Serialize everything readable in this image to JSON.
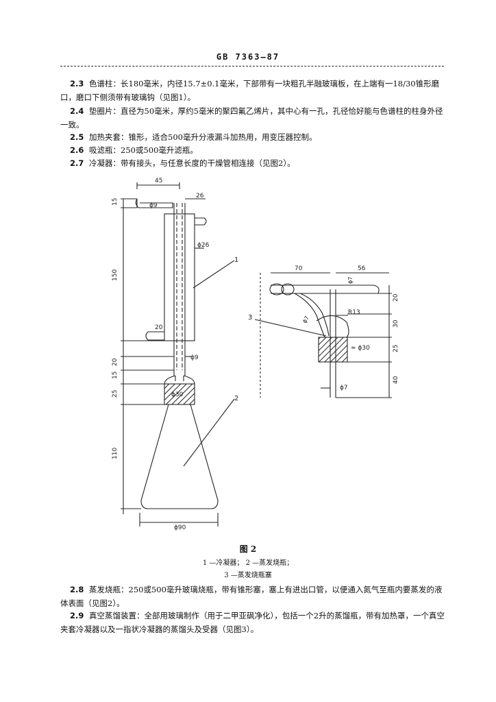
{
  "header": "GB 7363—87",
  "paragraphs": [
    {
      "num": "2.3",
      "text": "色谱柱：长180毫米，内径15.7±0.1毫米，下部带有一块粗孔半融玻璃板，在上端有一18/30锥形磨口，磨口下侧须带有玻璃钩（见图1）。"
    },
    {
      "num": "2.4",
      "text": "垫圈片：直径为50毫米，厚约5毫米的聚四氟乙烯片，其中心有一孔，孔径恰好能与色谱柱的柱身外径一致。"
    },
    {
      "num": "2.5",
      "text": "加热夹套：锥形，适合500毫升分液漏斗加热用，用变压器控制。"
    },
    {
      "num": "2.6",
      "text": "吸滤瓶：250或500毫升滤瓶。"
    },
    {
      "num": "2.7",
      "text": "冷凝器：带有接头，与任意长度的干燥管相连接（见图2）。"
    }
  ],
  "figure": {
    "title": "图 2",
    "caption_line1": "1 —冷凝器；  2 —蒸发烧瓶；",
    "caption_line2": "3 —蒸发烧瓶塞",
    "left_dims": {
      "top_width": "45",
      "top_height": "15",
      "tube_dia": "ϕ9",
      "side_width": "26",
      "jacket_dia": "ϕ26",
      "body_len": "150",
      "side_tube": "20",
      "neck_dia": "ϕ9",
      "neck_len": "20",
      "n15": "15",
      "stopper_h": "25",
      "stopper_dia": "ϕ30",
      "flask_h": "110",
      "base_dia": "ϕ90",
      "label1": "1",
      "label2": "2"
    },
    "right_dims": {
      "w70": "70",
      "w56": "56",
      "d7top": "ϕ7",
      "radius": "R13",
      "d7side": "ϕ7",
      "h20": "20",
      "h30": "30",
      "h25": "25",
      "h40": "40",
      "stopper_dia": "≈ ϕ30",
      "tube_bottom": "ϕ7",
      "label3": "3"
    }
  },
  "paragraphs2": [
    {
      "num": "2.8",
      "text": "蒸发烧瓶：250或500毫升玻璃烧瓶，带有锥形塞，塞上有进出口管，以便通入氮气至瓶内要蒸发的液体表面（见图2）。"
    },
    {
      "num": "2.9",
      "text": "真空蒸馏装置：全部用玻璃制作（用于二甲亚砜净化），包括一个2升的蒸馏瓶，带有加热罩，一个真空夹套冷凝器以及一指状冷凝器的蒸馏头及受器（见图3）。"
    }
  ]
}
